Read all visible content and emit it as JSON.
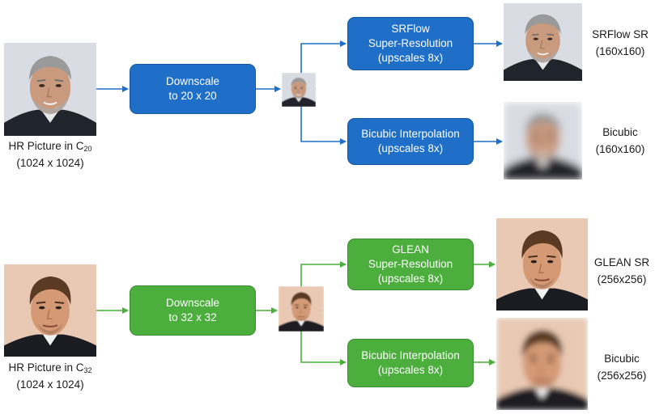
{
  "colors": {
    "blue": "#1f6fc8",
    "green": "#4cae3d"
  },
  "top": {
    "input_caption_pre": "HR Picture in C",
    "input_caption_sub": "20",
    "input_caption_size": "(1024 x 1024)",
    "downscale_line1": "Downscale",
    "downscale_line2": "to 20 x 20",
    "sr_line1": "SRFlow",
    "sr_line2": "Super-Resolution",
    "sr_line3": "(upscales 8x)",
    "bicubic_line1": "Bicubic Interpolation",
    "bicubic_line2": "(upscales 8x)",
    "sr_out_line1": "SRFlow SR",
    "sr_out_line2": "(160x160)",
    "bicubic_out_line1": "Bicubic",
    "bicubic_out_line2": "(160x160)"
  },
  "bottom": {
    "input_caption_pre": "HR Picture in C",
    "input_caption_sub": "32",
    "input_caption_size": "(1024 x 1024)",
    "downscale_line1": "Downscale",
    "downscale_line2": "to 32 x 32",
    "sr_line1": "GLEAN",
    "sr_line2": "Super-Resolution",
    "sr_line3": "(upscales 8x)",
    "bicubic_line1": "Bicubic Interpolation",
    "bicubic_line2": "(upscales 8x)",
    "sr_out_line1": "GLEAN SR",
    "sr_out_line2": "(256x256)",
    "bicubic_out_line1": "Bicubic",
    "bicubic_out_line2": "(256x256)"
  }
}
